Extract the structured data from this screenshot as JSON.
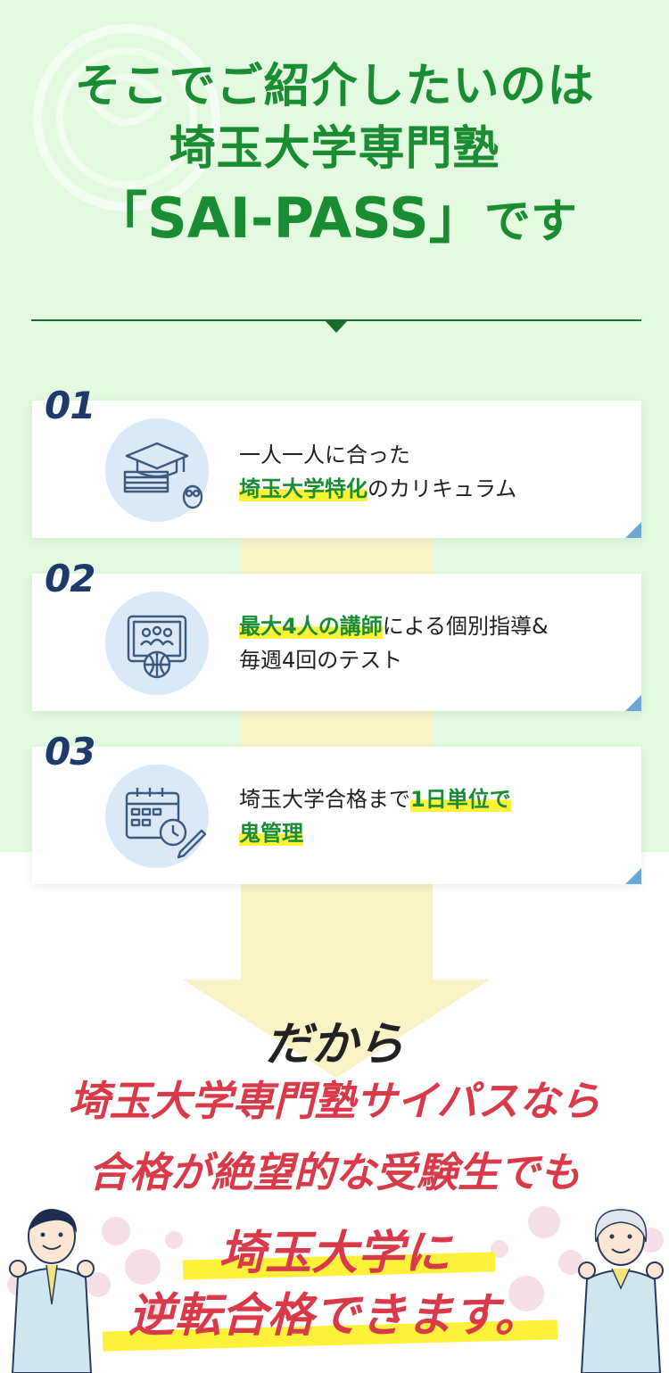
{
  "headline": {
    "line1": "そこでご紹介したいのは",
    "line2": "埼玉大学専門塾",
    "line3_main": "「SAI-PASS」",
    "line3_suffix": "です"
  },
  "features": [
    {
      "number": "01",
      "line1": "一人一人に合った",
      "line2_highlight": "埼玉大学特化",
      "line2_rest": "のカリキュラム",
      "icon": "graduation-book-owl-icon"
    },
    {
      "number": "02",
      "line1_highlight": "最大4人の講師",
      "line1_rest": "による個別指導&",
      "line2": "毎週4回のテスト",
      "icon": "online-class-globe-icon"
    },
    {
      "number": "03",
      "line1_plain": "埼玉大学合格まで",
      "line1_highlight": "1日単位で",
      "line2_highlight": "鬼管理",
      "icon": "calendar-clock-pencil-icon"
    }
  ],
  "closing": {
    "dakara": "だから",
    "line1": "埼玉大学専門塾サイパスなら",
    "line2": "合格が絶望的な受験生でも",
    "line3": "埼玉大学に",
    "line4": "逆転合格できます。"
  },
  "colors": {
    "green": "#1a8c34",
    "navy": "#1e3a6b",
    "red": "#d93a4a",
    "highlight": "#fdf13a",
    "mint_bg": "#e4fae0",
    "arrow": "#f8f4c8"
  }
}
